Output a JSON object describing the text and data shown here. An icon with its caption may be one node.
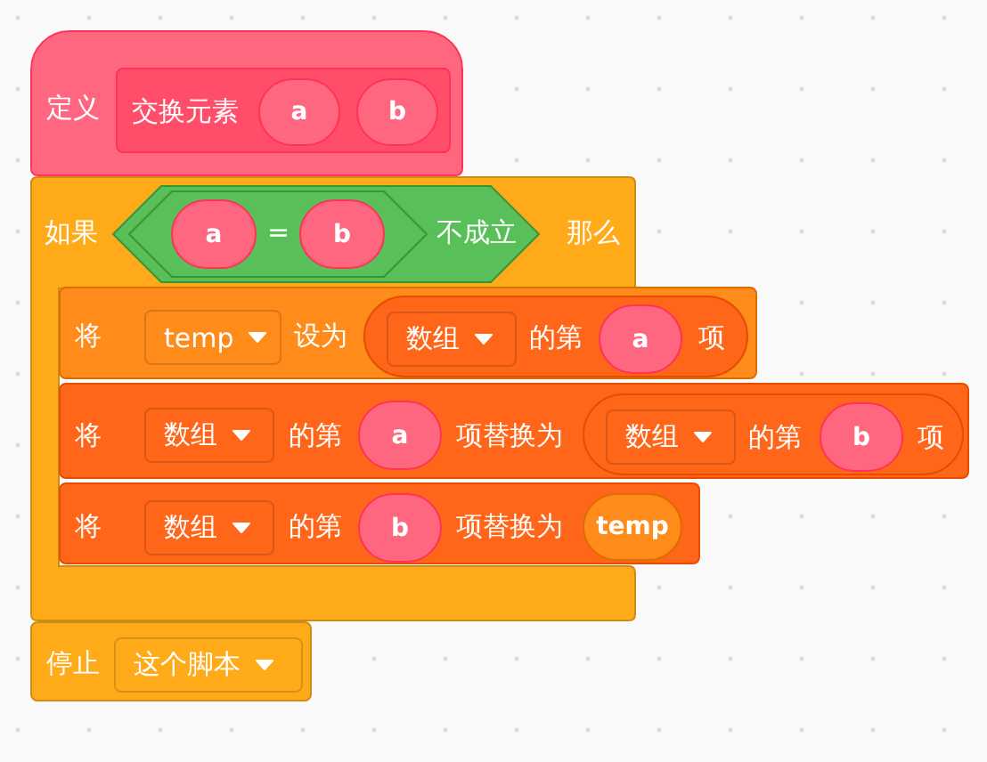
{
  "diagram": {
    "nodes": [
      {
        "text": [
          "定义"
        ]
      },
      {
        "text": [
          "交换元素"
        ],
        "in": 0
      },
      {
        "text": [
          "a"
        ],
        "in": 1
      },
      {
        "text": [
          "b"
        ],
        "in": 1
      },
      {
        "text": [
          "如果",
          "那么"
        ]
      },
      {
        "text": [
          "不成立"
        ],
        "in": 4
      },
      {
        "text": [
          "="
        ],
        "in": 5
      },
      {
        "text": [
          "a"
        ],
        "in": 6
      },
      {
        "text": [
          "b"
        ],
        "in": 6
      },
      {
        "text": [
          "将",
          "设为"
        ]
      },
      {
        "text": [
          "temp"
        ],
        "in": 9
      },
      {
        "text": [
          "的第",
          "项"
        ],
        "in": 9
      },
      {
        "text": [
          "数组"
        ],
        "in": 11
      },
      {
        "text": [
          "a"
        ],
        "in": 11
      },
      {
        "text": [
          "将",
          "的第",
          "项替换为"
        ]
      },
      {
        "text": [
          "数组"
        ],
        "in": 14
      },
      {
        "text": [
          "a"
        ],
        "in": 14
      },
      {
        "text": [
          "的第",
          "项"
        ],
        "in": 14
      },
      {
        "text": [
          "数组"
        ],
        "in": 17
      },
      {
        "text": [
          "b"
        ],
        "in": 17
      },
      {
        "text": [
          "将",
          "的第",
          "项替换为"
        ],
        "in": 4
      },
      {
        "text": [
          "数组"
        ],
        "in": 20
      },
      {
        "text": [
          "b"
        ],
        "in": 20
      },
      {
        "text": [
          "temp"
        ],
        "in": 20
      },
      {
        "text": [
          "停止"
        ]
      },
      {
        "text": [
          "这个脚本"
        ],
        "in": 24
      }
    ]
  }
}
